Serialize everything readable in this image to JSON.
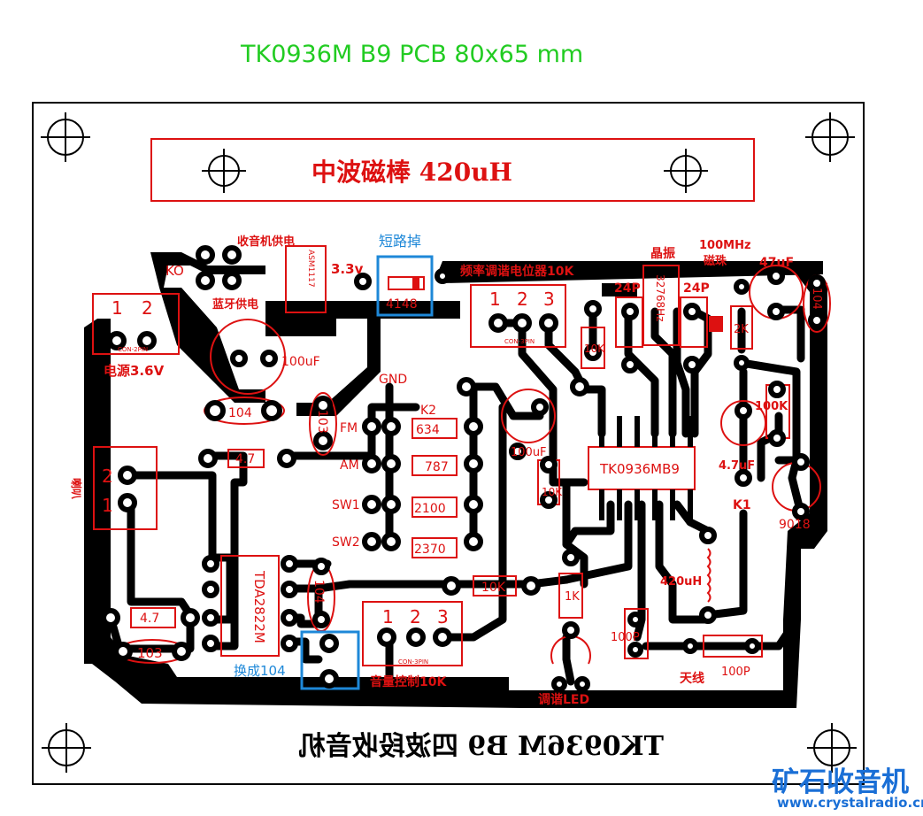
{
  "title": "TK0936M B9  PCB    80x65 mm",
  "ferrite_rod_label": "中波磁棒  420uH",
  "board_name_mirrored": "TK0936M B9 四波段收音机",
  "brand": "矿石收音机",
  "site": "www.crystalradio.cn",
  "colors": {
    "title": "#22cc22",
    "silk": "#dd1111",
    "copper": "#000000",
    "highlight": "#1e88d8",
    "brand": "#1a6fd6"
  },
  "labels": {
    "shouyinji_gongdian": "收音机供电",
    "lanya_gongdian": "蓝牙供电",
    "ko": "KO",
    "asm": "ASM1117",
    "v33": "3.3v",
    "duanlu": "短路掉",
    "d4148": "4148",
    "freq_pot": "频率调谐电位器10K",
    "crystal": "晶振",
    "mhz100": "100MHz",
    "cixi": "磁珠",
    "c47uf_top": "47uF",
    "p24_left": "24P",
    "p24_right": "24P",
    "xtal": "32768Hz",
    "r2k": "2K",
    "c104_right": "104",
    "con1": "1",
    "con2": "2",
    "con3": "3",
    "power": "电源3.6V",
    "c100uf_left": "100uF",
    "c104_left": "104",
    "gnd": "GND",
    "r10k_a": "10K",
    "c103_top": "103",
    "fm": "FM",
    "am": "AM",
    "sw1": "SW1",
    "sw2": "SW2",
    "k2": "K2",
    "r634": "634",
    "r787": "787",
    "r2100": "2100",
    "r2370": "2370",
    "c100uf_mid": "100uF",
    "ic_main": "TK0936MB9",
    "r10k_b": "10K",
    "r100k": "100K",
    "c47uf_right": "4.7uF",
    "k1": "K1",
    "q9018": "9018",
    "horn": "喇叭",
    "r47_top": "4.7",
    "amp_ic": "TDA2822M",
    "c104_amp": "104",
    "r10k_c": "10K",
    "r1k": "1K",
    "l420": "420uH",
    "r47_bot": "4.7",
    "c103_bot": "103",
    "huancheng": "换成104",
    "vol_ctrl": "音量控制10K",
    "p100_a": "100P",
    "p100_b": "100P",
    "antenna": "天线",
    "tune_led": "调谐LED",
    "con2pin": "CON-2PIN",
    "con3pin": "CON-3PIN"
  }
}
